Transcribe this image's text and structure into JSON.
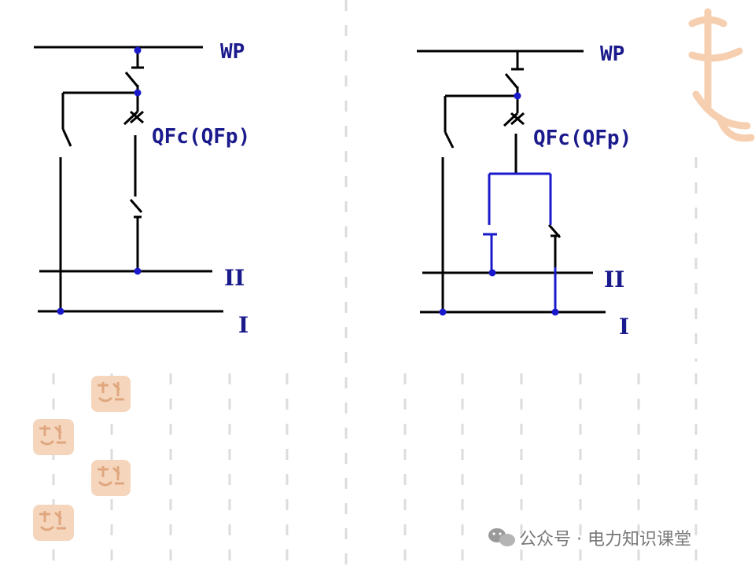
{
  "left_diagram": {
    "bus_wp": "WP",
    "breaker": "QFc(QFp)",
    "bus_2": "II",
    "bus_1": "I"
  },
  "right_diagram": {
    "bus_wp": "WP",
    "breaker": "QFc(QFp)",
    "bus_2": "II",
    "bus_1": "I"
  },
  "watermark": {
    "text": "公众号 · 电力知识课堂"
  },
  "colors": {
    "line": "#000000",
    "dot": "#1a1acc",
    "label": "#1a1a8c",
    "bypass": "#1a1acc",
    "seal": "#f2c9a8",
    "dash": "#d8d8d8"
  },
  "icons": [
    "wechat-icon",
    "seal-stamp-icon"
  ]
}
